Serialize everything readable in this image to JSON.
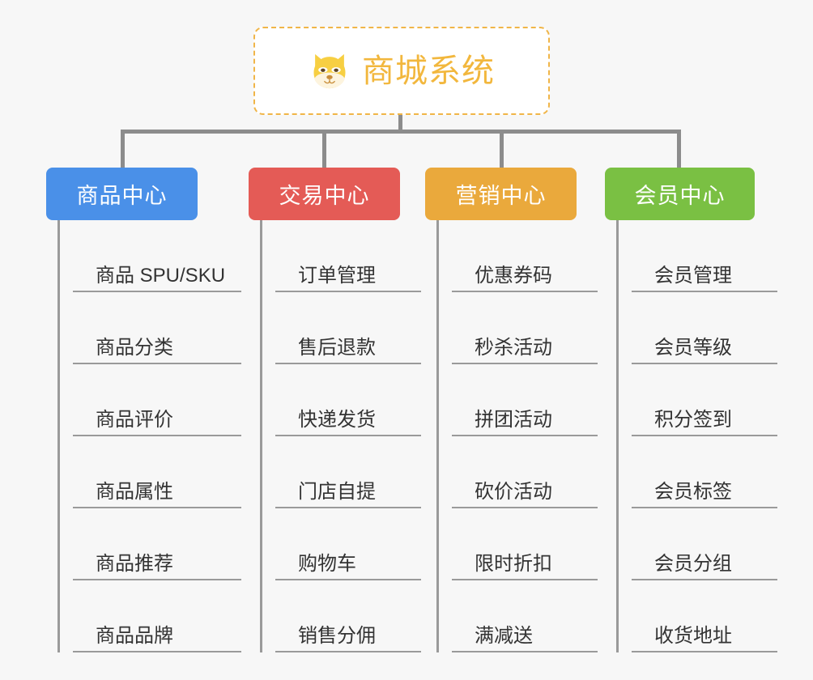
{
  "canvas": {
    "background": "#f7f7f7",
    "connector_color": "#8c8c8c"
  },
  "root": {
    "title": "商城系统",
    "icon": "shiba-dog-icon",
    "text_color": "#f2b73d",
    "border_color": "#f0b548",
    "background": "#ffffff"
  },
  "branches": [
    {
      "label": "商品中心",
      "color": "#4a90e8",
      "items": [
        "商品 SPU/SKU",
        "商品分类",
        "商品评价",
        "商品属性",
        "商品推荐",
        "商品品牌"
      ]
    },
    {
      "label": "交易中心",
      "color": "#e45b56",
      "items": [
        "订单管理",
        "售后退款",
        "快递发货",
        "门店自提",
        "购物车",
        "销售分佣"
      ]
    },
    {
      "label": "营销中心",
      "color": "#eaa93c",
      "items": [
        "优惠券码",
        "秒杀活动",
        "拼团活动",
        "砍价活动",
        "限时折扣",
        "满减送"
      ]
    },
    {
      "label": "会员中心",
      "color": "#7ac043",
      "items": [
        "会员管理",
        "会员等级",
        "积分签到",
        "会员标签",
        "会员分组",
        "收货地址"
      ]
    }
  ]
}
